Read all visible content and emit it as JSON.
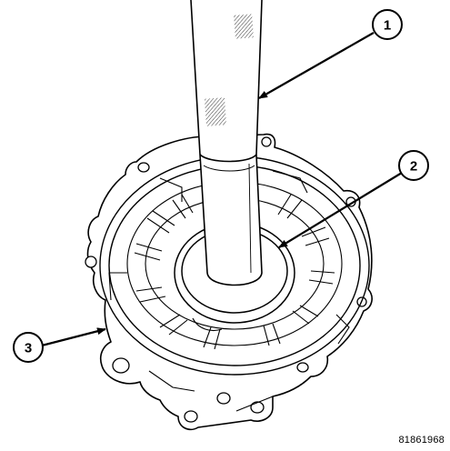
{
  "callouts": [
    {
      "label": "1"
    },
    {
      "label": "2"
    },
    {
      "label": "3"
    }
  ],
  "figure_id": "81861968",
  "colors": {
    "line": "#000000",
    "background": "#ffffff"
  }
}
